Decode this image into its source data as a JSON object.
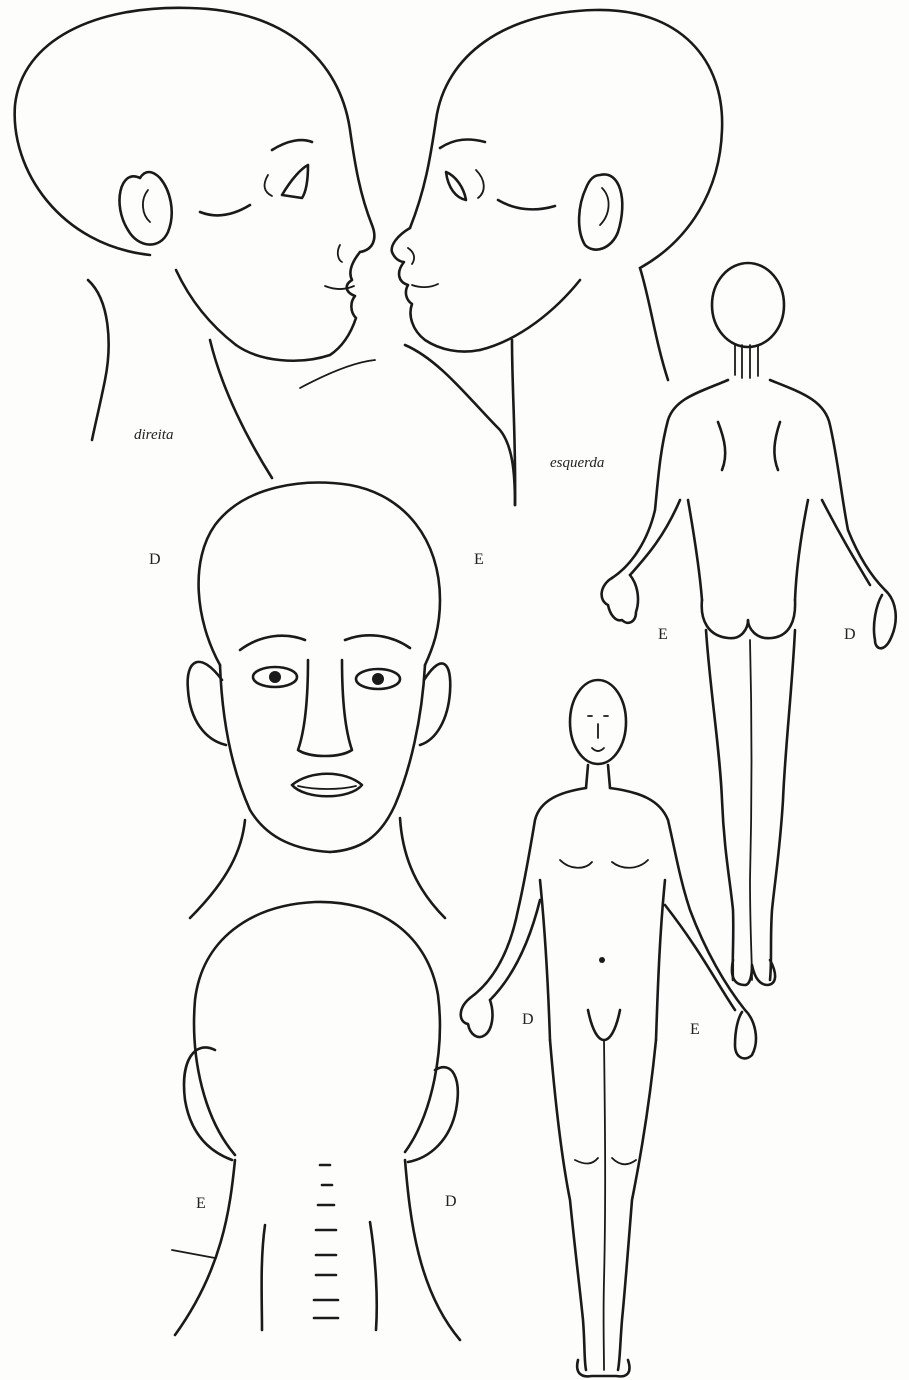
{
  "figure": {
    "labels": {
      "right_profile": "direita",
      "left_profile": "esquerda",
      "front_head_right": "D",
      "front_head_left": "E",
      "back_body_left": "E",
      "back_body_right": "D",
      "front_body_right": "D",
      "front_body_left": "E",
      "back_head_left": "E",
      "back_head_right": "D"
    }
  }
}
